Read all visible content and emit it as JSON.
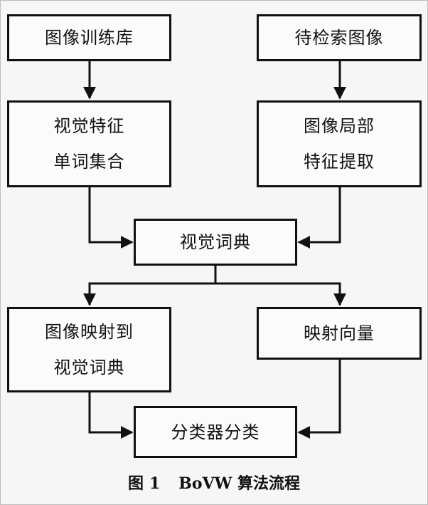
{
  "diagram": {
    "nodes": {
      "training_library": {
        "label": "图像训练库"
      },
      "query_image": {
        "label": "待检索图像"
      },
      "visual_words": {
        "lines": [
          "视觉特征",
          "单词集合"
        ]
      },
      "local_features": {
        "lines": [
          "图像局部",
          "特征提取"
        ]
      },
      "visual_dictionary": {
        "label": "视觉词典"
      },
      "map_to_dictionary": {
        "lines": [
          "图像映射到",
          "视觉词典"
        ]
      },
      "mapped_vector": {
        "label": "映射向量"
      },
      "classifier": {
        "label": "分类器分类"
      }
    },
    "edges": [
      {
        "from": "training_library",
        "to": "visual_words"
      },
      {
        "from": "query_image",
        "to": "local_features"
      },
      {
        "from": "visual_words",
        "to": "visual_dictionary"
      },
      {
        "from": "local_features",
        "to": "visual_dictionary"
      },
      {
        "from": "visual_dictionary",
        "to": "map_to_dictionary"
      },
      {
        "from": "visual_dictionary",
        "to": "mapped_vector"
      },
      {
        "from": "map_to_dictionary",
        "to": "classifier"
      },
      {
        "from": "mapped_vector",
        "to": "classifier"
      }
    ]
  },
  "caption": {
    "label": "图",
    "number": "1",
    "title": "BoVW 算法流程"
  }
}
